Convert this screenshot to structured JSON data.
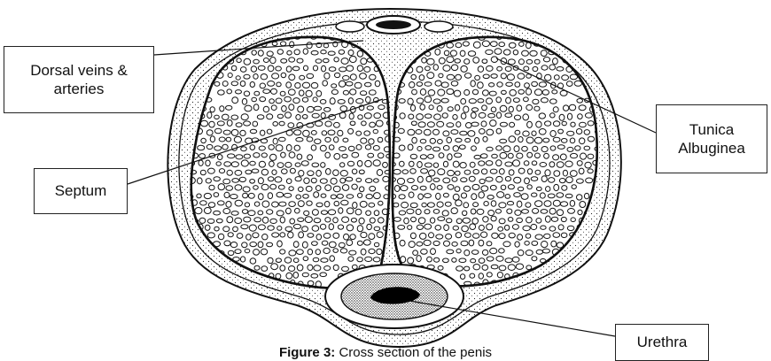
{
  "labels": {
    "dorsal": "Dorsal veins &\narteries",
    "tunica": "Tunica\nAlbuginea",
    "septum": "Septum",
    "urethra": "Urethra"
  },
  "caption": {
    "prefix": "Figure 3:",
    "text": " Cross section of the penis"
  },
  "colors": {
    "ink": "#111111",
    "fill": "#ffffff"
  }
}
